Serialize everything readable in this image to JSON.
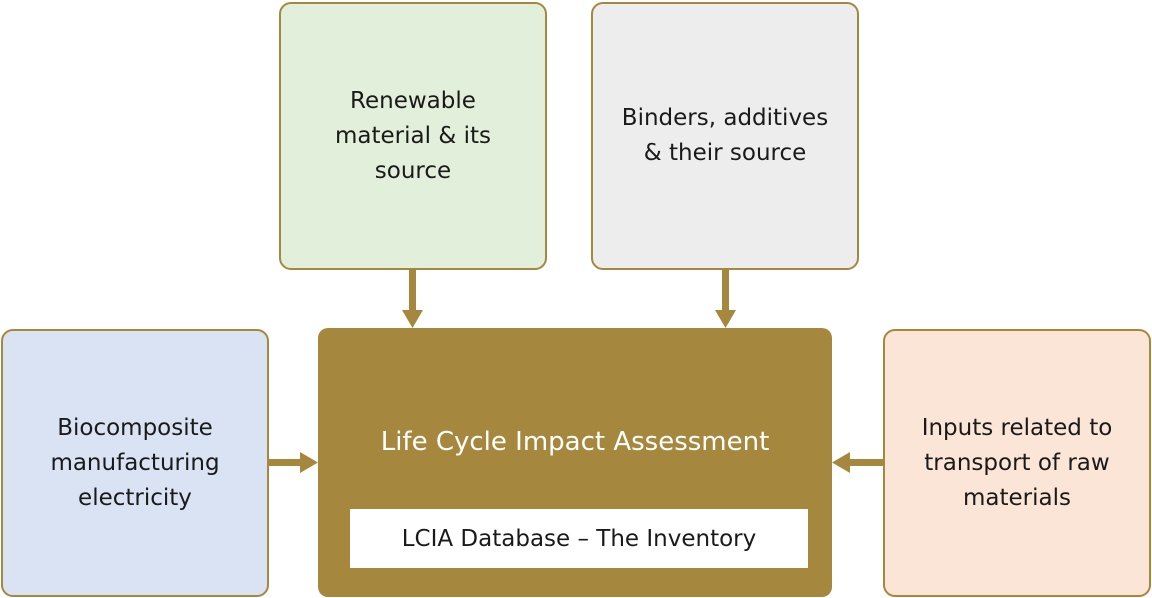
{
  "boxes": {
    "renewable": "Renewable\nmaterial & its\nsource",
    "binders": "Binders, additives\n& their source",
    "biocomposite": "Biocomposite\nmanufacturing\nelectricity",
    "transport": "Inputs related to\ntransport of raw\nmaterials"
  },
  "center": {
    "title": "Life Cycle Impact Assessment",
    "database": "LCIA Database – The Inventory"
  },
  "colors": {
    "accent": "#a6873e",
    "renewable_fill": "#e2efda",
    "binders_fill": "#ededed",
    "biocomposite_fill": "#dae3f3",
    "transport_fill": "#fbe5d6"
  }
}
